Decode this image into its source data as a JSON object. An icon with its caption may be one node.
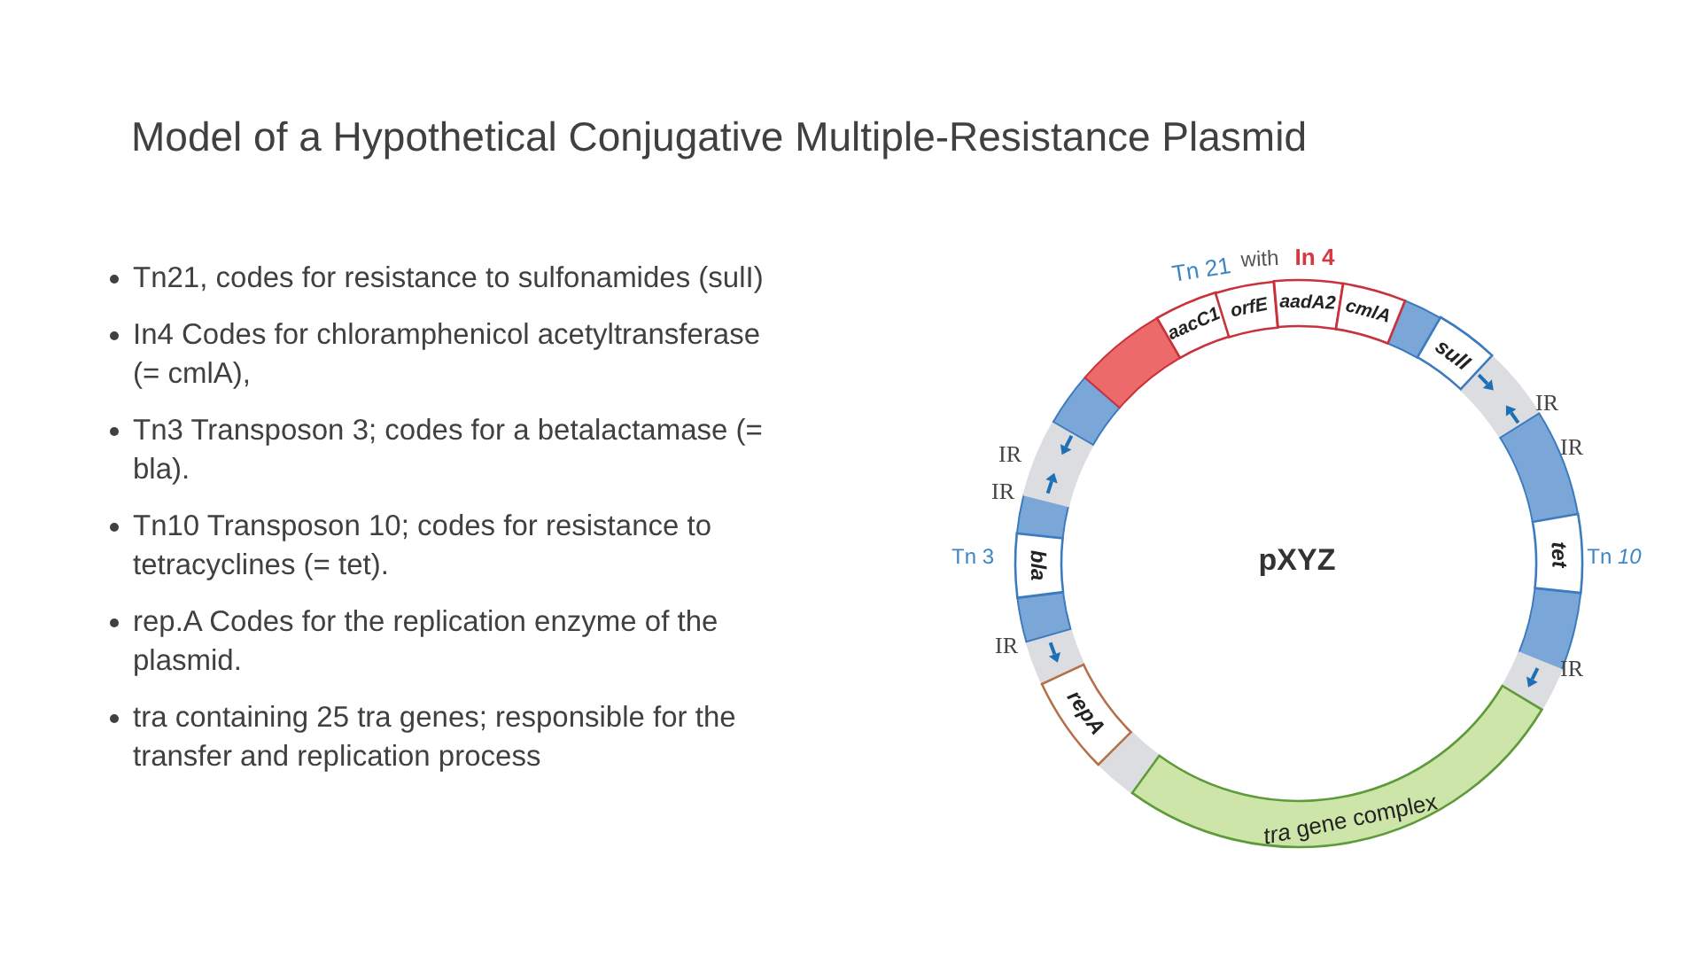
{
  "diagram": {
    "title": "Model of a Hypothetical Conjugative Multiple-Resistance Plasmid",
    "nodes": [
      {
        "text": [
          "aacC1"
        ]
      },
      {
        "text": [
          "orfE"
        ]
      },
      {
        "text": [
          "aadA2"
        ]
      },
      {
        "text": [
          "cmlA"
        ]
      },
      {
        "text": [
          "sulI"
        ]
      },
      {
        "text": [
          "bla"
        ]
      },
      {
        "text": [
          "tet"
        ]
      },
      {
        "text": [
          "repA"
        ]
      },
      {
        "text": [
          "*tra* gene complex"
        ]
      }
    ],
    "edges": [],
    "labels": [
      "Tn21, codes for resistance to sulfonamides (sulI)",
      "In4 Codes for chloramphenicol acetyltransferase (= cmlA),",
      "Tn3 Transposon 3; codes for a betalactamase (= bla).",
      "Tn10 Transposon 10; codes for resistance to tetracyclines (= tet).",
      "rep.A Codes for the replication enzyme of the plasmid.",
      "tra containing 25 tra genes; responsible for the transfer and replication process",
      "Tn 21",
      "with",
      "In 4",
      "IR",
      "IR",
      "IR",
      "IR",
      "Tn 3",
      "pXYZ",
      "Tn *10*",
      "IR",
      "IR"
    ]
  }
}
